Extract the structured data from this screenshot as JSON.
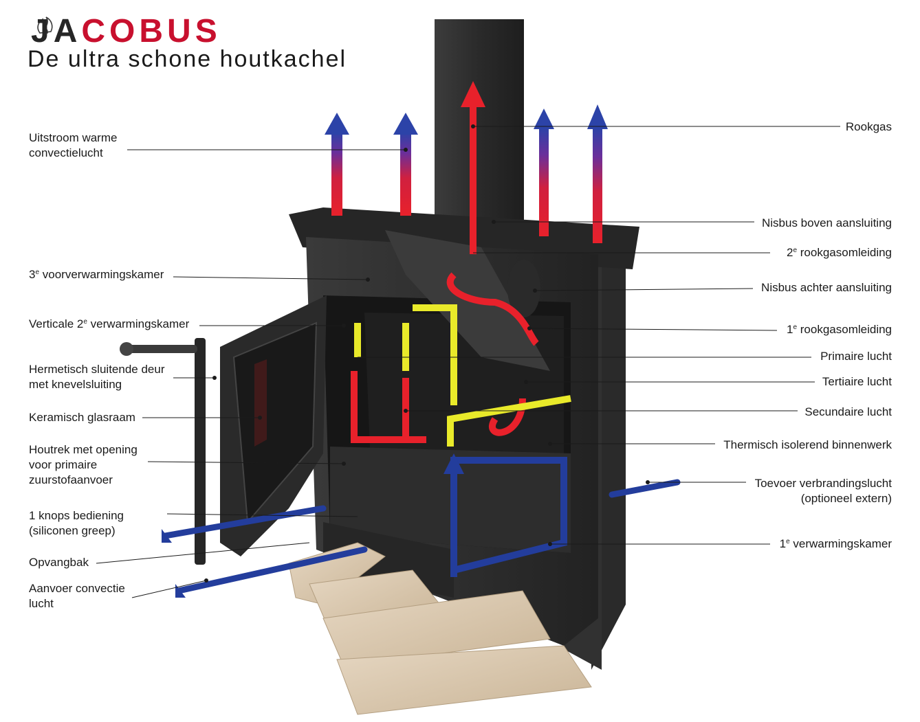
{
  "header": {
    "brand_ja": "JA",
    "brand_cobus": "COBUS",
    "tagline": "De ultra schone houtkachel"
  },
  "labels_left": [
    {
      "id": "uitstroom",
      "lines": [
        "Uitstroom warme",
        "convectielucht"
      ]
    },
    {
      "id": "voorverwarmingskamer-3",
      "prefix": "3",
      "sup": "e",
      "suffix": " voorverwarmingskamer"
    },
    {
      "id": "verticale-2",
      "prefix": "Verticale 2",
      "sup": "e",
      "suffix": " verwarmingskamer"
    },
    {
      "id": "deur",
      "lines": [
        "Hermetisch sluitende deur",
        "met knevelsluiting"
      ]
    },
    {
      "id": "glasraam",
      "lines": [
        "Keramisch glasraam"
      ]
    },
    {
      "id": "houtrek",
      "lines": [
        "Houtrek met opening",
        "voor primaire",
        "zuurstofaanvoer"
      ]
    },
    {
      "id": "bediening",
      "lines": [
        "1 knops bediening",
        "(siliconen greep)"
      ]
    },
    {
      "id": "opvangbak",
      "lines": [
        "Opvangbak"
      ]
    },
    {
      "id": "aanvoer-convectie",
      "lines": [
        "Aanvoer convectie",
        "lucht"
      ]
    }
  ],
  "labels_right": [
    {
      "id": "rookgas",
      "lines": [
        "Rookgas"
      ]
    },
    {
      "id": "nisbus-boven",
      "lines": [
        "Nisbus boven aansluiting"
      ]
    },
    {
      "id": "rookgasomleiding-2",
      "prefix": "2",
      "sup": "e",
      "suffix": " rookgasomleiding"
    },
    {
      "id": "nisbus-achter",
      "lines": [
        "Nisbus achter aansluiting"
      ]
    },
    {
      "id": "rookgasomleiding-1",
      "prefix": "1",
      "sup": "e",
      "suffix": " rookgasomleiding"
    },
    {
      "id": "primaire-lucht",
      "lines": [
        "Primaire lucht"
      ]
    },
    {
      "id": "tertiaire-lucht",
      "lines": [
        "Tertiaire lucht"
      ]
    },
    {
      "id": "secundaire-lucht",
      "lines": [
        "Secundaire lucht"
      ]
    },
    {
      "id": "binnenwerk",
      "lines": [
        "Thermisch isolerend binnenwerk"
      ]
    },
    {
      "id": "toevoer",
      "lines": [
        "Toevoer verbrandingslucht",
        "(optioneel extern)"
      ]
    },
    {
      "id": "verwarmingskamer-1",
      "prefix": "1",
      "sup": "e",
      "suffix": " verwarmingskamer"
    }
  ],
  "colors": {
    "brand_red": "#c8102e",
    "stove_body": "#2b2b2b",
    "flue_gas": "#e8212b",
    "cold_air": "#233d9c",
    "primary_air": "#e9ea2a",
    "wood": "#d8c6ac"
  }
}
